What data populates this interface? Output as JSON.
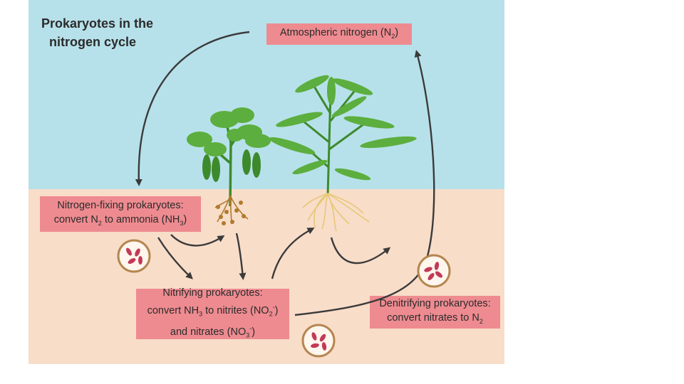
{
  "title": {
    "line1": "Prokaryotes in the",
    "line2": "nitrogen cycle"
  },
  "labels": {
    "atmospheric": {
      "text": "Atmospheric nitrogen (N",
      "sub": "2",
      "close": ")"
    },
    "fixing": {
      "line1": "Nitrogen-fixing prokaryotes:",
      "line2_a": "convert N",
      "line2_sub1": "2",
      "line2_b": " to ammonia (NH",
      "line2_sub2": "3",
      "line2_c": ")"
    },
    "nitrifying": {
      "line1": "Nitrifying prokaryotes:",
      "line2_a": "convert NH",
      "line2_sub1": "3",
      "line2_b": " to nitrites (NO",
      "line2_sub2": "2",
      "line2_sup": "-",
      "line2_c": ")",
      "line3_a": "and nitrates (NO",
      "line3_sub": "3",
      "line3_sup": "-",
      "line3_c": ")"
    },
    "denitrifying": {
      "line1": "Denitrifying prokaryotes:",
      "line2_a": "convert nitrates to N",
      "line2_sub": "2"
    }
  },
  "colors": {
    "sky": "#b7e1ea",
    "soil": "#f8ddc9",
    "label_fill": "#ee8b90",
    "arrow": "#3b3b3b",
    "plant_green": "#5cae3e",
    "plant_dark": "#3d8a2d",
    "root_fixing": "#b07a2e",
    "root_grass": "#e7c878",
    "bacteria": "#c23a57",
    "cell_ring": "#b58650",
    "cell_fill": "#fff6ee"
  }
}
